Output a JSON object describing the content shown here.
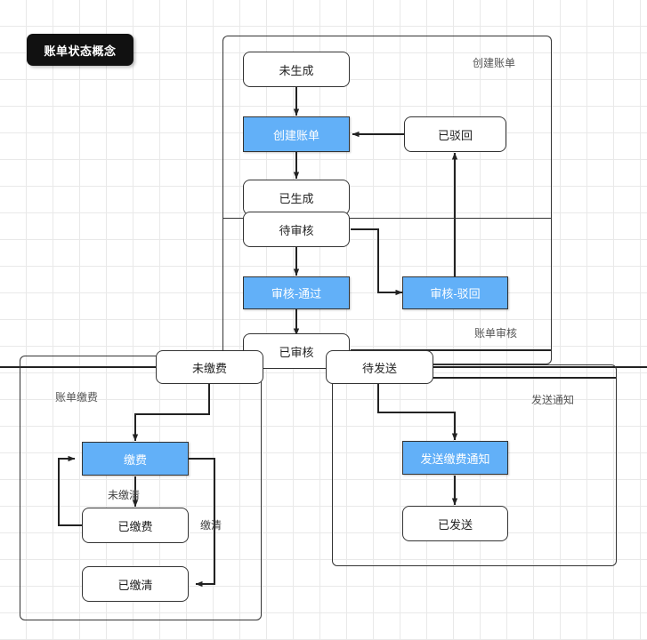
{
  "title": {
    "text": "账单状态概念"
  },
  "colors": {
    "action_fill": "#62b0f8",
    "state_fill": "#ffffff",
    "stroke": "#333333",
    "grid": "#e9e9e9",
    "badge_bg": "#111111",
    "group_label": "#555555"
  },
  "groups": [
    {
      "id": "create",
      "label": "创建账单"
    },
    {
      "id": "audit",
      "label": "账单审核"
    },
    {
      "id": "pay",
      "label": "账单缴费"
    },
    {
      "id": "notify",
      "label": "发送通知"
    }
  ],
  "nodes": {
    "not_generated": {
      "label": "未生成",
      "type": "state"
    },
    "create_bill": {
      "label": "创建账单",
      "type": "action"
    },
    "rejected": {
      "label": "已驳回",
      "type": "state"
    },
    "generated": {
      "label": "已生成",
      "type": "state"
    },
    "pending_audit": {
      "label": "待审核",
      "type": "state"
    },
    "audit_pass": {
      "label": "审核-通过",
      "type": "action"
    },
    "audit_reject": {
      "label": "审核-驳回",
      "type": "action"
    },
    "audited": {
      "label": "已审核",
      "type": "state"
    },
    "unpaid": {
      "label": "未缴费",
      "type": "state"
    },
    "pending_send": {
      "label": "待发送",
      "type": "state"
    },
    "pay": {
      "label": "缴费",
      "type": "action"
    },
    "paid": {
      "label": "已缴费",
      "type": "state"
    },
    "settled": {
      "label": "已缴清",
      "type": "state"
    },
    "send_notice": {
      "label": "发送缴费通知",
      "type": "action"
    },
    "sent": {
      "label": "已发送",
      "type": "state"
    }
  },
  "edge_labels": {
    "not_settled": "未缴清",
    "settled": "缴清"
  }
}
